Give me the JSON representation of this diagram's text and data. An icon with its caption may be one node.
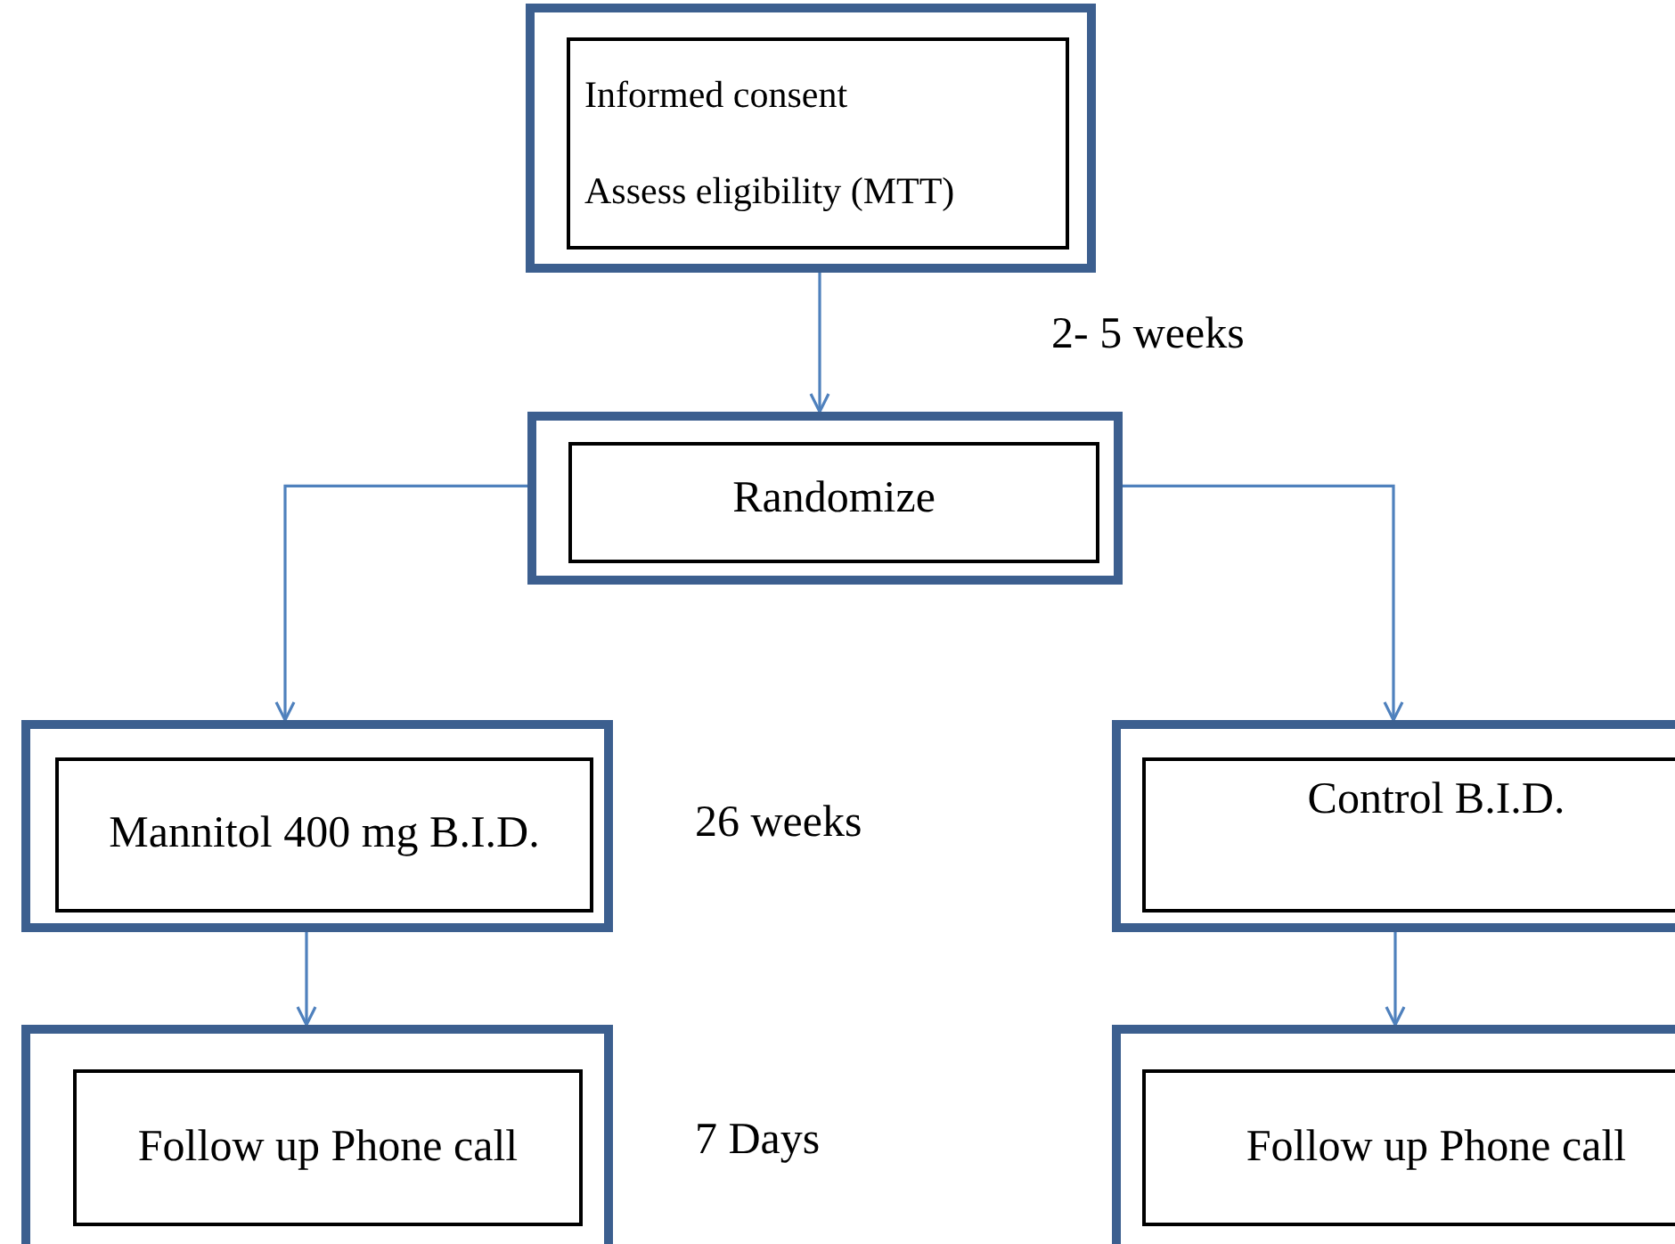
{
  "diagram": {
    "nodes": [
      {
        "text": [
          "Informed consent",
          "Assess eligibility (MTT)"
        ]
      },
      {
        "text": [
          "Randomize"
        ]
      },
      {
        "text": [
          "Mannitol 400 mg B.I.D."
        ]
      },
      {
        "text": [
          "Control B.I.D."
        ]
      },
      {
        "text": [
          "Follow up Phone call"
        ]
      },
      {
        "text": [
          "Follow up Phone call"
        ]
      }
    ],
    "edges": [
      {
        "from": 0,
        "to": 1,
        "arrow": "to"
      },
      {
        "from": 1,
        "to": 2,
        "arrow": "to"
      },
      {
        "from": 1,
        "to": 3,
        "arrow": "to"
      },
      {
        "from": 2,
        "to": 4,
        "arrow": "to"
      },
      {
        "from": 3,
        "to": 5,
        "arrow": "to"
      }
    ],
    "labels": [
      "2- 5 weeks",
      "26 weeks",
      "7 Days"
    ]
  }
}
